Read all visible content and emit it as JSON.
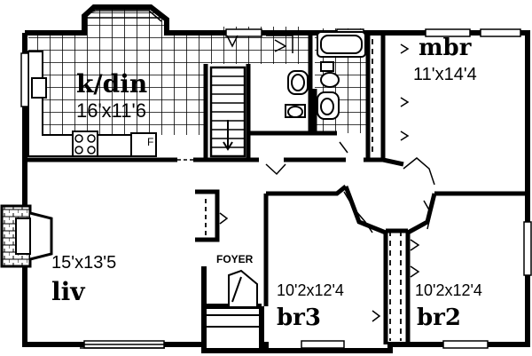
{
  "rooms": {
    "kitchen_dining": {
      "name": "k/din",
      "size": "16'x11'6"
    },
    "master_bedroom": {
      "name": "mbr",
      "size": "11'x14'4"
    },
    "living": {
      "name": "liv",
      "size": "15'x13'5"
    },
    "foyer": {
      "name": "FOYER"
    },
    "bedroom3": {
      "name": "br3",
      "size": "10'2x12'4"
    },
    "bedroom2": {
      "name": "br2",
      "size": "10'2x12'4"
    }
  },
  "labels": {
    "fridge": "F"
  },
  "colors": {
    "line": "#000000",
    "background": "#ffffff",
    "tile": "#000000"
  }
}
